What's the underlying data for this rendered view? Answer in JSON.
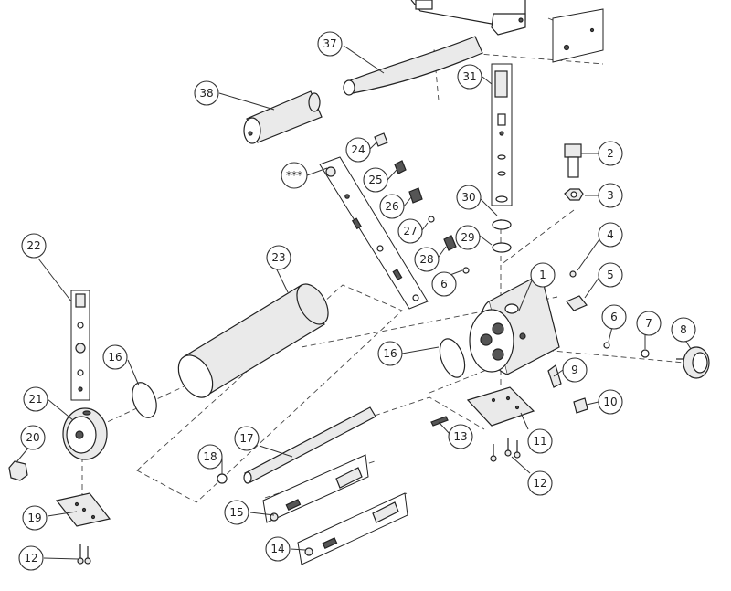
{
  "diagram": {
    "callouts": [
      "1",
      "2",
      "3",
      "4",
      "5",
      "6",
      "6",
      "7",
      "8",
      "9",
      "10",
      "11",
      "12",
      "12",
      "13",
      "14",
      "15",
      "16",
      "16",
      "17",
      "18",
      "19",
      "20",
      "21",
      "22",
      "23",
      "24",
      "25",
      "26",
      "27",
      "28",
      "29",
      "30",
      "31",
      "37",
      "38",
      "***"
    ],
    "colors": {
      "line": "#222222",
      "background": "#ffffff",
      "shade": "#555555"
    }
  }
}
